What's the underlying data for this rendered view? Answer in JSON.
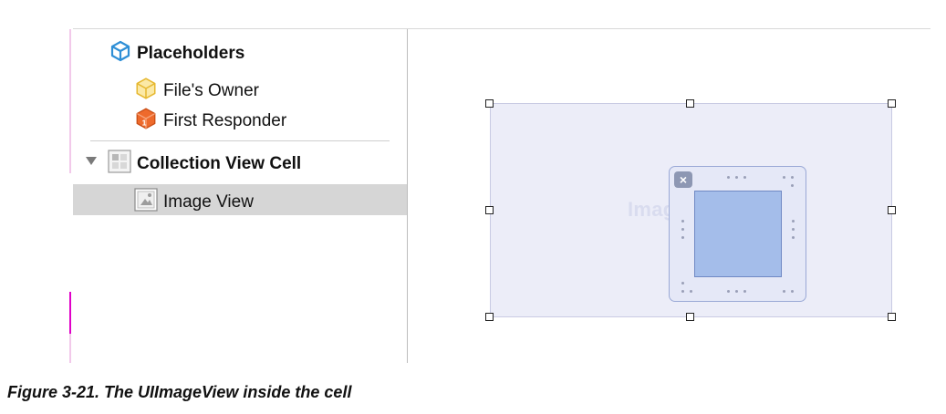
{
  "outline": {
    "placeholders_label": "Placeholders",
    "files_owner_label": "File's Owner",
    "first_responder_label": "First Responder",
    "first_responder_badge": "1",
    "collection_view_cell_label": "Collection View Cell",
    "image_view_label": "Image View"
  },
  "canvas": {
    "ghost_label": "Image View",
    "close_badge": "×"
  },
  "caption": "Figure 3-21. The UIImageView inside the cell",
  "colors": {
    "selection": "#d6d6d6",
    "placeholder_blue": "#2f8fd6",
    "owner_yellow": "#f6d66b",
    "responder_orange": "#ee6a2c",
    "cell_background": "#ecedf8",
    "image_fill": "#a4bdea"
  }
}
